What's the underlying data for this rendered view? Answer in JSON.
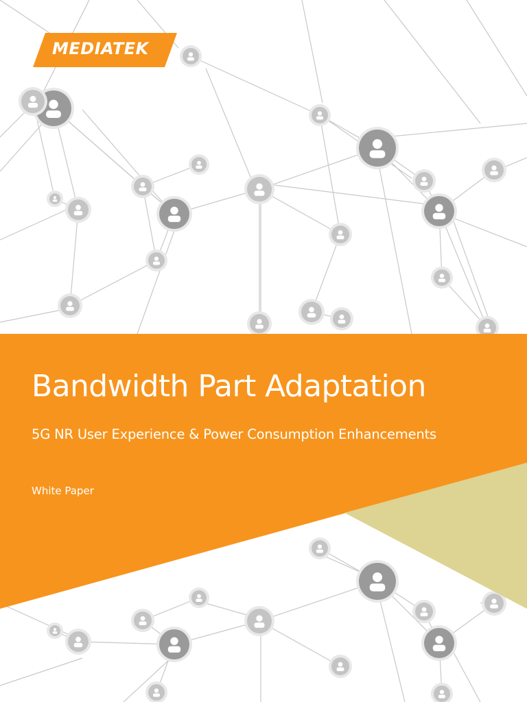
{
  "brand": {
    "logo_text": "MEDIATEK",
    "primary_color": "#F7941D",
    "accent_color": "#DDD393"
  },
  "cover": {
    "title": "Bandwidth Part Adaptation",
    "subtitle": "5G NR User Experience & Power Consumption Enhancements",
    "document_type": "White Paper"
  },
  "graphics": {
    "background_motif": "network-of-user-icons"
  }
}
